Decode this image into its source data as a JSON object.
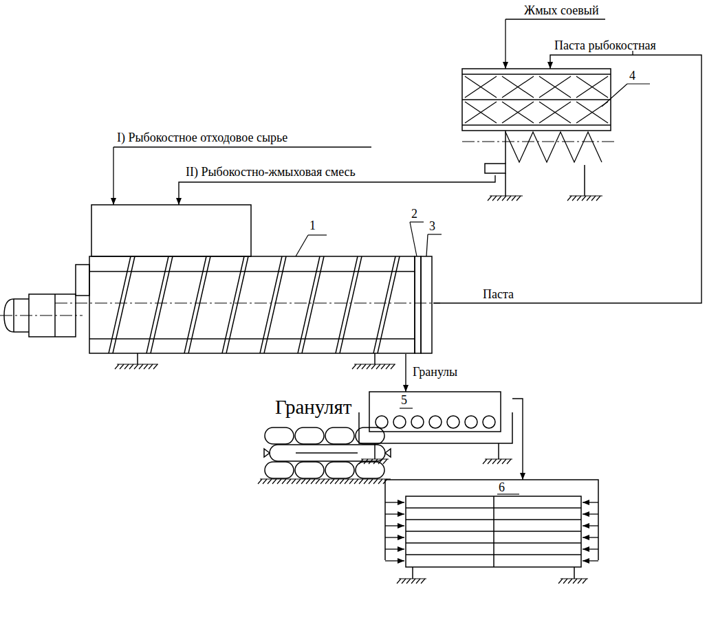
{
  "diagram": {
    "nodes": [
      {
        "text": [
          "4"
        ]
      },
      {
        "text": [
          "1"
        ]
      },
      {
        "text": [
          "5"
        ]
      },
      {
        "text": [
          "6"
        ]
      }
    ],
    "edges": [
      {
        "from": 1,
        "to": 0,
        "label": "Паста",
        "arrow": "to"
      },
      {
        "from": 0,
        "to": 1,
        "label": "II) Рыбокостно-жмыховая смесь",
        "arrow": "to"
      },
      {
        "from": 1,
        "to": 2,
        "label": "Гранулы",
        "arrow": "to"
      },
      {
        "from": 2,
        "to": 3,
        "arrow": "to"
      }
    ],
    "labels": [
      "Жмых соевый",
      "Паста рыбокостная",
      "I) Рыбокостное отходовое сырье",
      "2",
      "3",
      "Гранулят"
    ]
  }
}
